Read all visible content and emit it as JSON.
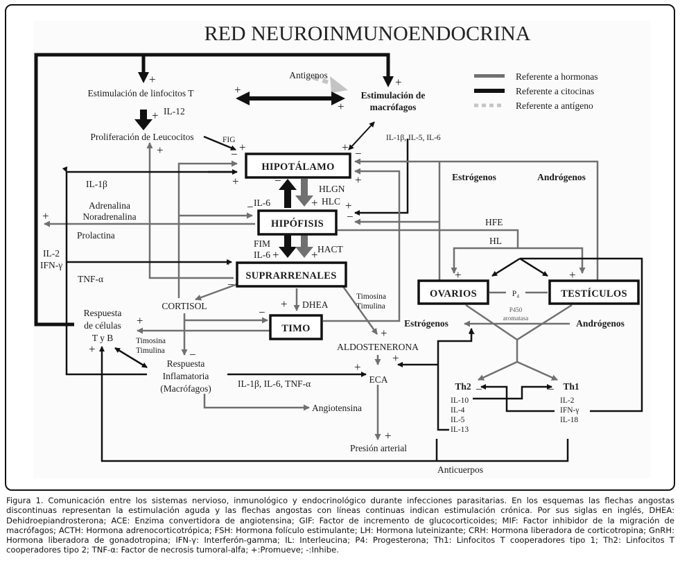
{
  "title": "RED NEUROINMUNOENDOCRINA",
  "colors": {
    "hormone_line": "#707070",
    "cytokine_line": "#111111",
    "antigen_line": "#c4c4c4",
    "frame": "#111111",
    "box_border": "#111111"
  },
  "legend": {
    "items": [
      {
        "label": "Referente a hormonas",
        "style": "solid-gray"
      },
      {
        "label": "Referente a citocinas",
        "style": "solid-black"
      },
      {
        "label": "Referente a antígeno",
        "style": "dashed-light-gray"
      }
    ]
  },
  "organs": {
    "hipotalamo": "HIPOTÁLAMO",
    "hipofisis": "HIPÓFISIS",
    "suprarrenales": "SUPRARRENALES",
    "timo": "TIMO",
    "ovarios": "OVARIOS",
    "testiculos": "TESTÍCULOS"
  },
  "nodes": {
    "antigenos": "Antigenos",
    "estimulacion_linfocitos": "Estimulación de linfocitos T",
    "estimulacion_macrofagos_1": "Estimulación de",
    "estimulacion_macrofagos_2": "macrófagos",
    "proliferacion": "Proliferación de Leucocitos",
    "cortisol": "CORTISOL",
    "respuesta_tb_1": "Respuesta",
    "respuesta_tb_2": "de células",
    "respuesta_tb_3": "T y B",
    "respuesta_inf_1": "Respuesta",
    "respuesta_inf_2": "Inflamatoria",
    "respuesta_inf_3": "(Macrófagos)",
    "aldosterona": "ALDOSTENERONA",
    "eca": "ECA",
    "angiotensina": "Angiotensina",
    "presion": "Presión arterial",
    "anticuerpos": "Anticuerpos",
    "estrogenos_top": "Estrógenos",
    "androgenos_top": "Andrógenos",
    "estrogenos_mid": "Estrógenos",
    "androgenos_mid": "Andrógenos",
    "p4": "P₄",
    "p450_1": "P450",
    "p450_2": "aromatasa",
    "th2": "Th2",
    "th1": "Th1",
    "th2_cytokines": [
      "IL-10",
      "IL-4",
      "IL-5",
      "IL-13"
    ],
    "th1_cytokines": [
      "IL-2",
      "IFN-γ",
      "IL-18"
    ]
  },
  "edge_labels": {
    "il12": "IL-12",
    "fig": "FIG",
    "il1b_il5_il6": "IL-1β, IL-5, IL-6",
    "il1b": "IL-1β",
    "adrenalina": "Adrenalina",
    "noradrenalina": "Noradrenalina",
    "prolactina": "Prolactina",
    "il2": "IL-2",
    "ifng": "IFN-γ",
    "tnfa": "TNF-α",
    "il6_a": "IL-6",
    "hlgn": "HLGN",
    "hlc": "HLC",
    "fim": "FIM",
    "il6_b": "IL-6",
    "hact": "HACT",
    "hfe": "HFE",
    "hl": "HL",
    "dhea": "DHEA",
    "timosina_a": "Timosina",
    "timulina_a": "Timulina",
    "timosina_b": "Timosina",
    "timulina_b": "Timulina",
    "il1b_il6_tnfa": "IL-1β, IL-6, TNF-α",
    "plus": "+",
    "minus": "−"
  },
  "caption": "Figura 1. Comunicación entre los sistemas nervioso, inmunológico y endocrinológico durante infecciones parasitarias. En los esquemas las flechas angostas discontinuas representan la estimulación aguda y las flechas angostas con líneas continuas indican estimulación crónica. Por sus siglas en inglés, DHEA: Dehidroepiandrosterona; ACE: Enzima convertidora de angiotensina; GIF: Factor de incremento de glucocorticoides; MIF: Factor inhibidor de la migración de macrófagos; ACTH: Hormona adrenocorticotrópica; FSH: Hormona folículo estimulante; LH: Hormona luteinizante; CRH: Hormona liberadora de corticotropina; GnRH: Hormona liberadora de gonadotropina; IFN-γ: Interferón-gamma; IL: Interleucina; P4: Progesterona; Th1: Linfocitos T cooperadores tipo 1; Th2: Linfocitos T cooperadores tipo 2; TNF-α: Factor de necrosis tumoral-alfa; +:Promueve; -:Inhibe."
}
